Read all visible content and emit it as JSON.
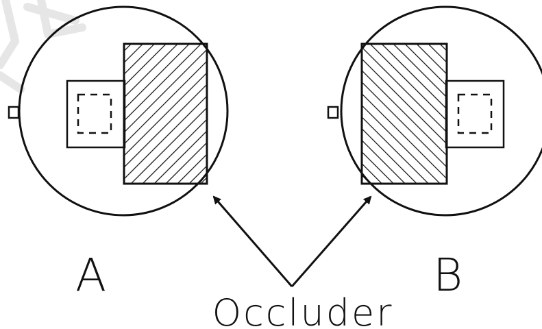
{
  "panels": [
    {
      "id": "A",
      "label": "A"
    },
    {
      "id": "B",
      "label": "B"
    }
  ],
  "caption": "Occluder",
  "colors": {
    "ink": "#111111",
    "background": "#ffffff",
    "watermark": "#e6e6e6"
  }
}
